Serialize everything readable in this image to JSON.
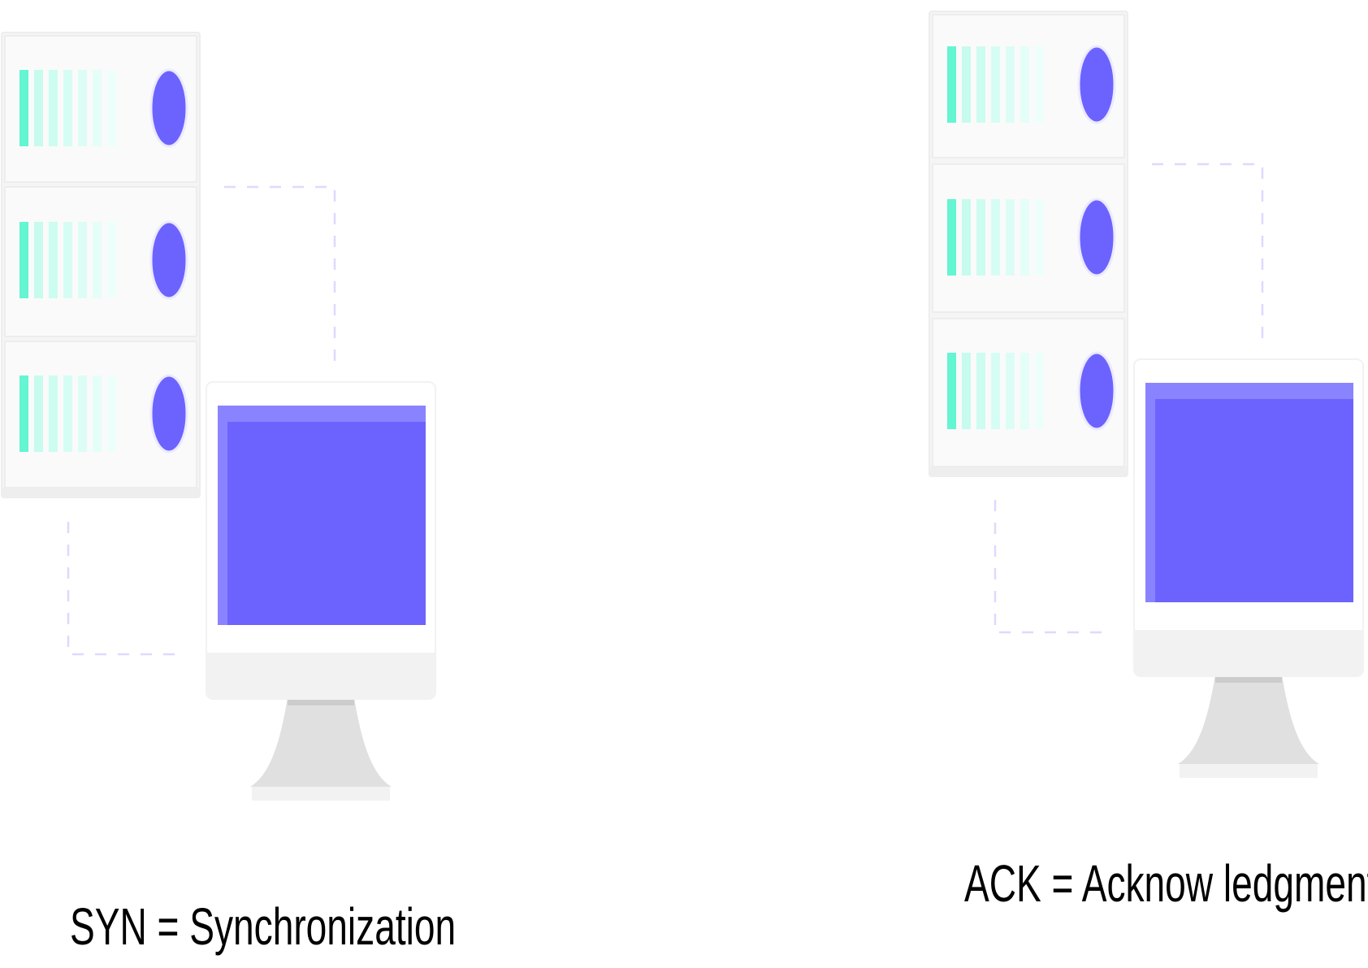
{
  "captions": {
    "left": "SYN = Synchronization",
    "right": "ACK = Acknow ledgment"
  },
  "colors": {
    "background": "#ffffff",
    "server_panel": "#f5f5f5",
    "server_panel_border": "#ededed",
    "indicator_bar_dark": "#64f5d2",
    "indicator_bar_light": "#d6fdf4",
    "status_light": "#6c63ff",
    "screen": "#6c63ff",
    "screen_edge": "#8a83ff",
    "monitor_body": "#ffffff",
    "monitor_chin": "#f2f2f2",
    "monitor_stand": "#e0e0e0",
    "monitor_stand_neck": "#cccccc",
    "connector_line": "#dcdaff",
    "text": "#000000"
  },
  "icons": {
    "server_rack": "server-rack-icon",
    "computer": "desktop-monitor-icon",
    "link": "dashed-connector-line"
  }
}
